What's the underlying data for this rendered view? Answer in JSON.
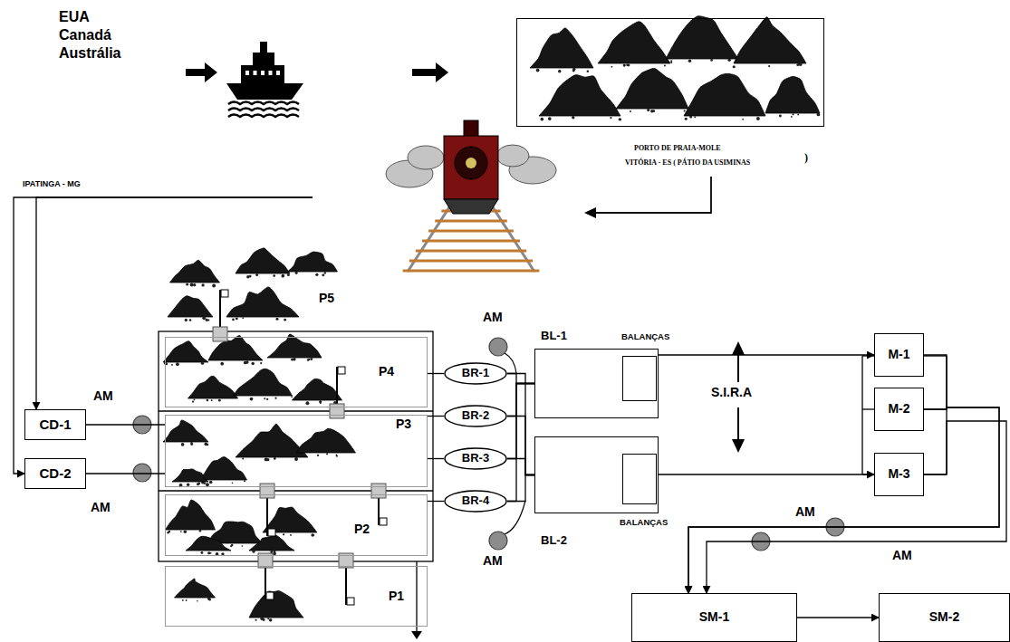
{
  "diagram": {
    "nodes": [
      {
        "text": [
          "PORTO DE PRAIA-MOLE",
          "VITÓRIA - ES ( PÁTIO DA USIMINAS"
        ]
      },
      {
        "text": [
          "CD-1"
        ]
      },
      {
        "text": [
          "CD-2"
        ]
      },
      {
        "text": [
          "P4"
        ]
      },
      {
        "text": [
          "P3"
        ]
      },
      {
        "text": [
          "P2"
        ]
      },
      {
        "text": [
          "P1"
        ]
      },
      {
        "text": [
          "BR-1"
        ]
      },
      {
        "text": [
          "BR-2"
        ]
      },
      {
        "text": [
          "BR-3"
        ]
      },
      {
        "text": [
          "BR-4"
        ]
      },
      {
        "text": [
          "BL-1"
        ]
      },
      {
        "text": [
          "BALANÇAS"
        ],
        "in": 11
      },
      {
        "text": [
          "BL-2"
        ]
      },
      {
        "text": [
          "BALANÇAS"
        ],
        "in": 13
      },
      {
        "text": [
          "M-1"
        ]
      },
      {
        "text": [
          "M-2"
        ]
      },
      {
        "text": [
          "M-3"
        ]
      },
      {
        "text": [
          "SM-1"
        ]
      },
      {
        "text": [
          "SM-2"
        ]
      }
    ],
    "edges": [
      {
        "from": 0,
        "to": 1,
        "arrow": "to"
      },
      {
        "from": 0,
        "to": 2,
        "arrow": "to"
      },
      {
        "from": 1,
        "to": 4,
        "arrow": "none"
      },
      {
        "from": 2,
        "to": 4,
        "arrow": "none"
      },
      {
        "from": 3,
        "to": 7,
        "arrow": "none"
      },
      {
        "from": 4,
        "to": 8,
        "arrow": "none"
      },
      {
        "from": 4,
        "to": 9,
        "arrow": "none"
      },
      {
        "from": 5,
        "to": 10,
        "arrow": "none"
      },
      {
        "from": 7,
        "to": 11,
        "arrow": "none"
      },
      {
        "from": 7,
        "to": 13,
        "arrow": "none"
      },
      {
        "from": 8,
        "to": 11,
        "arrow": "none"
      },
      {
        "from": 8,
        "to": 13,
        "arrow": "none"
      },
      {
        "from": 9,
        "to": 11,
        "arrow": "none"
      },
      {
        "from": 9,
        "to": 13,
        "arrow": "none"
      },
      {
        "from": 10,
        "to": 11,
        "arrow": "none"
      },
      {
        "from": 10,
        "to": 13,
        "arrow": "none"
      },
      {
        "from": 12,
        "to": 15,
        "arrow": "to"
      },
      {
        "from": 14,
        "to": 17,
        "arrow": "to"
      },
      {
        "from": 15,
        "to": 18,
        "arrow": "to"
      },
      {
        "from": 16,
        "to": 18,
        "arrow": "to"
      },
      {
        "from": 17,
        "to": 18,
        "arrow": "to"
      },
      {
        "from": 18,
        "to": 19,
        "arrow": "to"
      }
    ],
    "labels": [
      "EUA",
      "Canadá",
      "Austrália",
      ")",
      "IPATINGA - MG",
      "P5",
      "AM",
      "AM",
      "AM",
      "AM",
      "S.I.R.A",
      "AM",
      "AM"
    ]
  }
}
